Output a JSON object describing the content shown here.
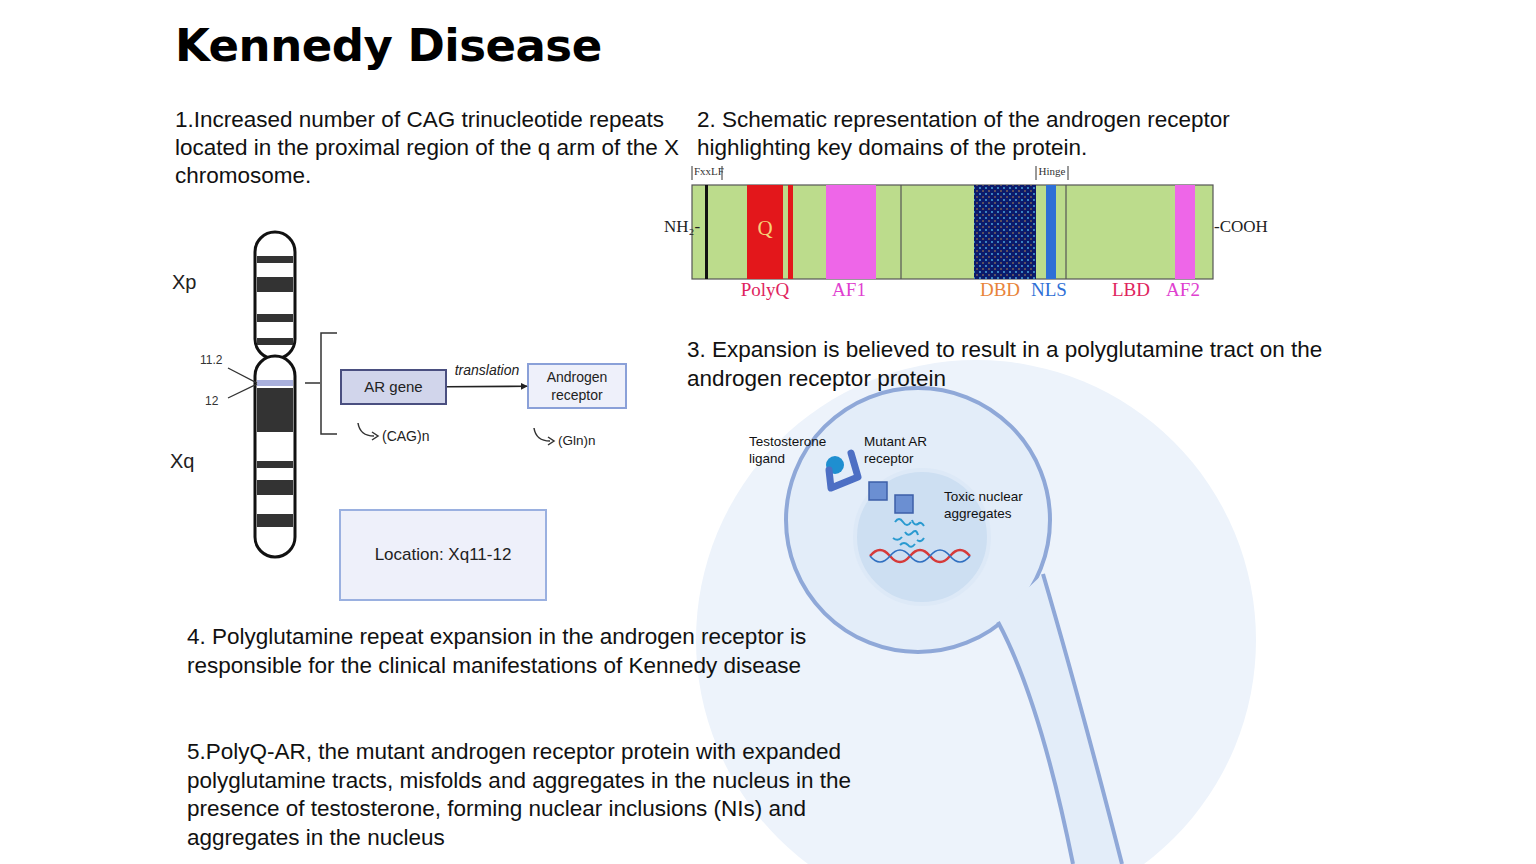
{
  "diagram": {
    "title": "Kennedy Disease",
    "nodes": [
      {
        "text": [
          "AR gene"
        ]
      },
      {
        "text": [
          "Androgen receptor"
        ]
      },
      {
        "text": [
          "Location: Xq11-12"
        ]
      }
    ],
    "edges": [
      {
        "from": 0,
        "to": 1,
        "label": "translation",
        "arrow": "to"
      }
    ],
    "labels": [
      "1.Increased number of CAG trinucleotide repeats located in the proximal region of the q arm of the X chromosome.",
      "2. Schematic representation of the androgen receptor highlighting key domains of the protein.",
      "FxxLF",
      "Hinge",
      "NH₂-",
      "Q",
      "-COOH",
      "PolyQ",
      "AF1",
      "DBD",
      "NLS",
      "LBD",
      "AF2",
      "3. Expansion is believed to result in a polyglutamine tract on the androgen receptor protein",
      "Xp",
      "11.2",
      "12",
      "Xq",
      "(CAG)n",
      "(Gln)n",
      "Testosterone ligand",
      "Mutant AR receptor",
      "Toxic nuclear aggregates",
      "4. Polyglutamine repeat expansion in the androgen receptor is responsible for the clinical manifestations of Kennedy disease",
      "5.PolyQ-AR, the mutant androgen receptor protein with expanded polyglutamine tracts, misfolds and aggregates in the nucleus in the presence of testosterone, forming nuclear inclusions (NIs) and  aggregates in the nucleus"
    ]
  }
}
